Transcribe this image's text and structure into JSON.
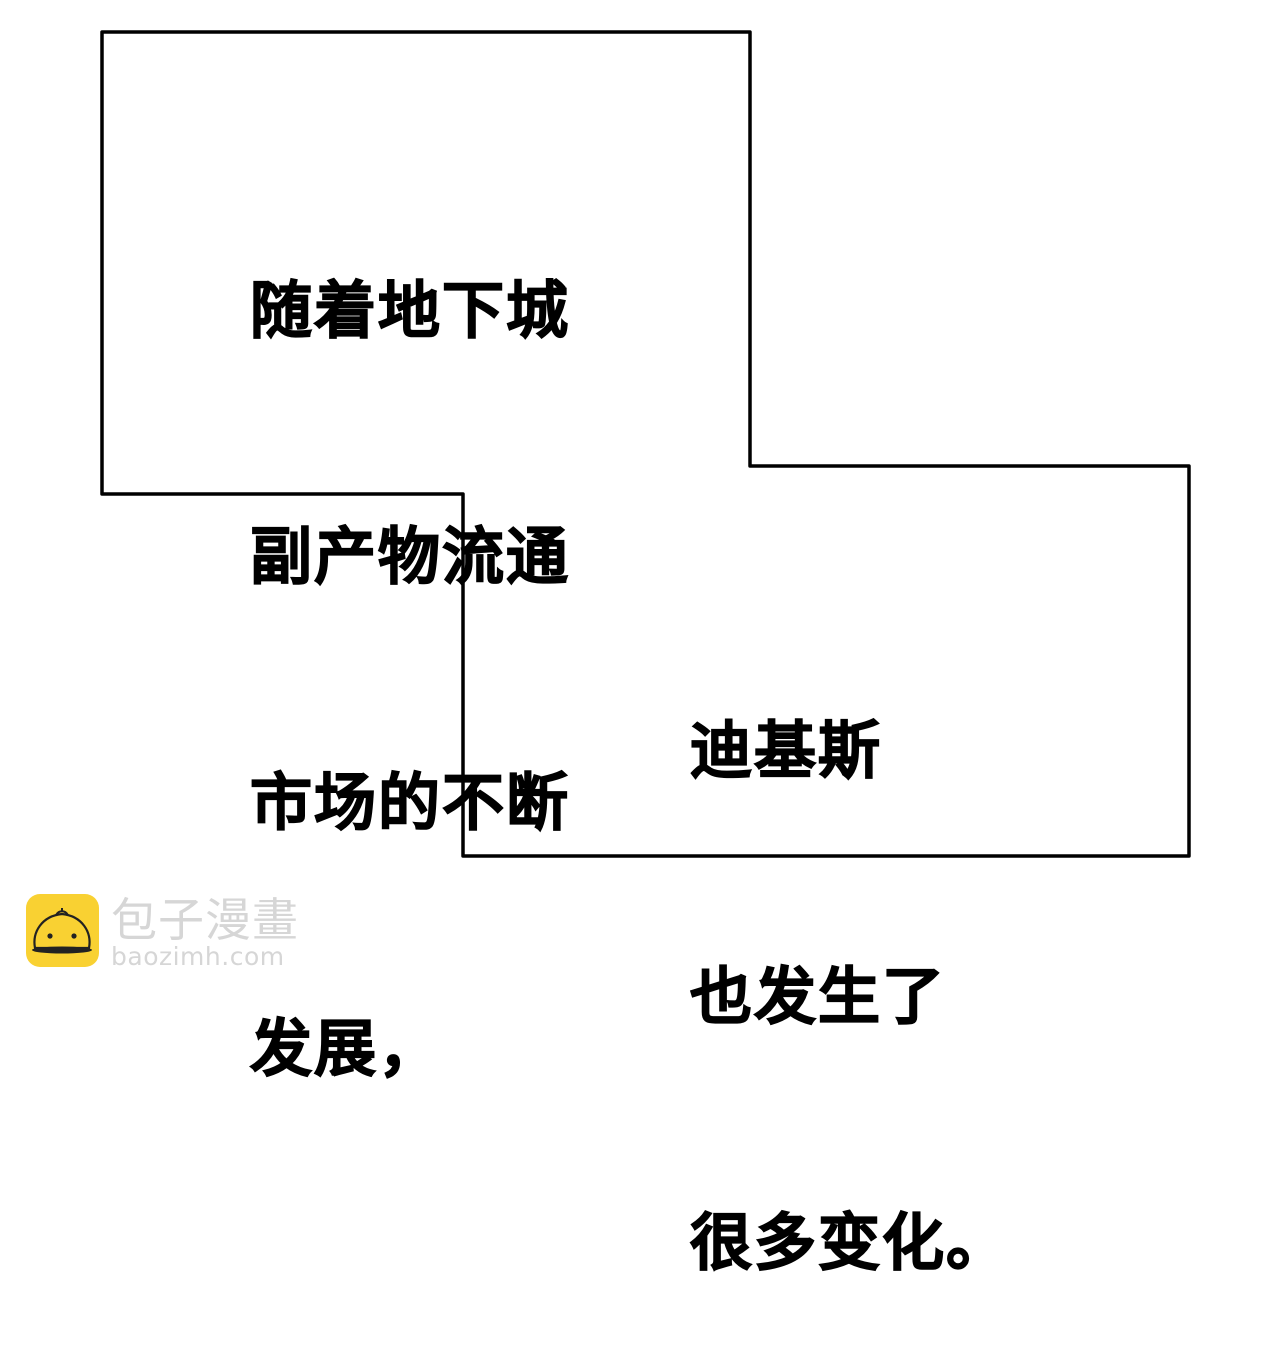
{
  "panel": {
    "stroke_color": "#000000",
    "background": "#ffffff"
  },
  "captions": {
    "top": {
      "lines": [
        "随着地下城",
        "副产物流通",
        "市场的不断",
        "发展，"
      ]
    },
    "bottom": {
      "lines": [
        "迪基斯",
        "也发生了",
        "很多变化。"
      ]
    }
  },
  "watermark": {
    "icon": "steamed-bun-icon",
    "brand_name": "包子漫畫",
    "url_text": "baozimh.com",
    "icon_color": "#f9d132",
    "text_color": "#d6d6d6"
  }
}
